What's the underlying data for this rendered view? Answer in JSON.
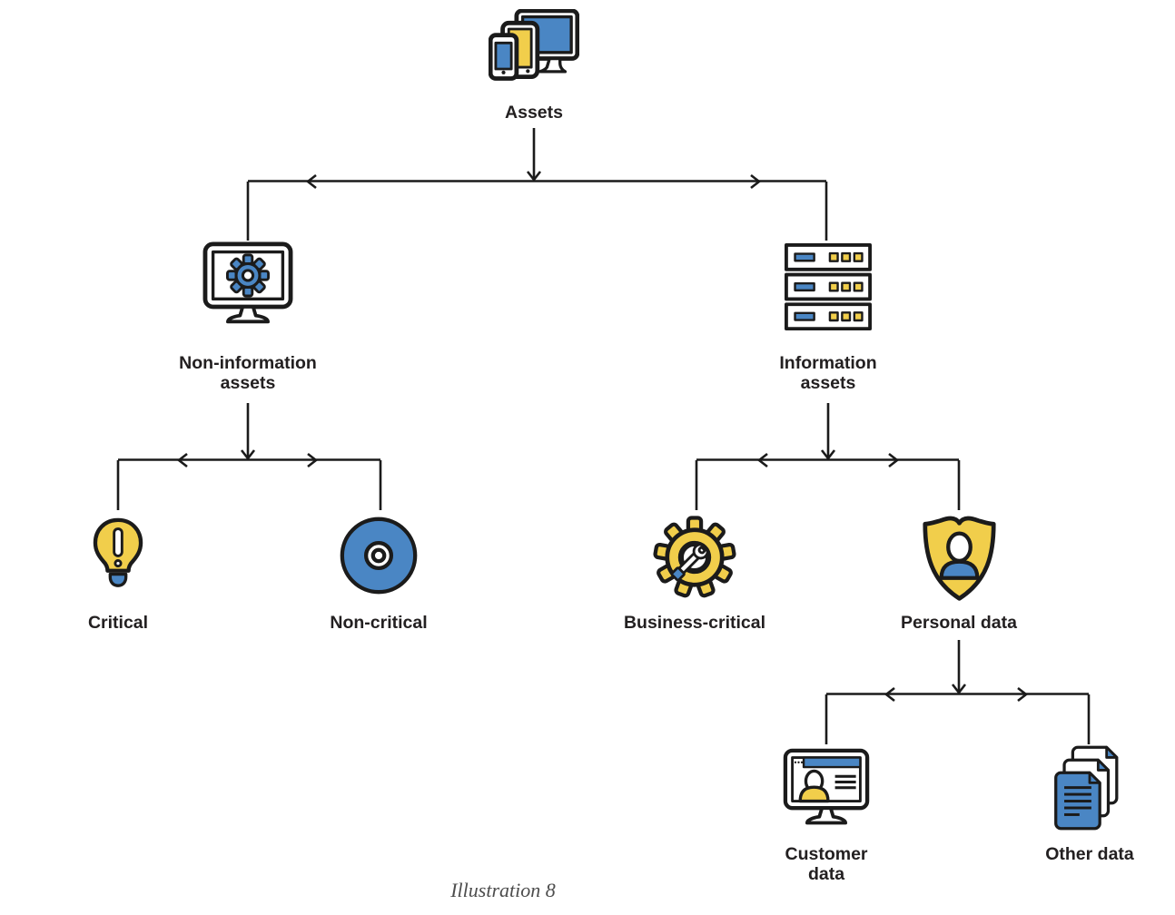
{
  "diagram": {
    "type": "tree",
    "caption": "Illustration 8",
    "palette": {
      "blue": "#4A86C4",
      "yellow": "#F1CE4B",
      "outline": "#1B1B1B",
      "label": "#232021",
      "caption": "#4D4D4D"
    },
    "nodes": {
      "assets": {
        "label": "Assets",
        "icon": "devices-icon"
      },
      "non_information": {
        "line1": "Non-information",
        "line2": "assets",
        "icon": "monitor-gear-icon"
      },
      "information": {
        "line1": "Information",
        "line2": "assets",
        "icon": "server-stack-icon"
      },
      "critical": {
        "label": "Critical",
        "icon": "lightbulb-alert-icon"
      },
      "non_critical": {
        "label": "Non-critical",
        "icon": "disc-icon"
      },
      "business_critical": {
        "label": "Business-critical",
        "icon": "gear-wrench-icon"
      },
      "personal_data": {
        "label": "Personal data",
        "icon": "shield-user-icon"
      },
      "customer_data": {
        "line1": "Customer",
        "line2": "data",
        "icon": "monitor-user-icon"
      },
      "other_data": {
        "label": "Other data",
        "icon": "documents-icon"
      }
    },
    "edges": [
      {
        "from": "assets",
        "to": "non_information"
      },
      {
        "from": "assets",
        "to": "information"
      },
      {
        "from": "non_information",
        "to": "critical"
      },
      {
        "from": "non_information",
        "to": "non_critical"
      },
      {
        "from": "information",
        "to": "business_critical"
      },
      {
        "from": "information",
        "to": "personal_data"
      },
      {
        "from": "personal_data",
        "to": "customer_data"
      },
      {
        "from": "personal_data",
        "to": "other_data"
      }
    ]
  }
}
